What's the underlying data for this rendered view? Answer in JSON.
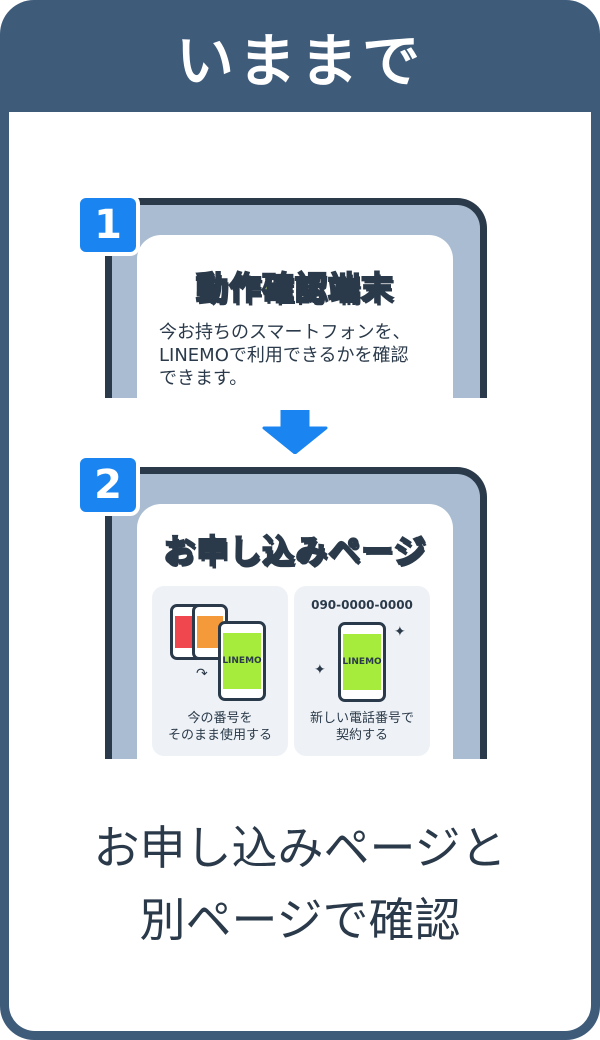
{
  "header": {
    "title": "いままで"
  },
  "step1": {
    "number": "1",
    "title": "動作確認端末",
    "desc_lines": [
      "今お持ちのスマートフォンを、",
      "LINEMOで利用できるかを確認",
      "できます。"
    ]
  },
  "step2": {
    "number": "2",
    "title": "お申し込みページ",
    "card1": {
      "phone_label": "LINEMO",
      "caption_lines": [
        "今の番号を",
        "そのまま使用する"
      ]
    },
    "card2": {
      "phone_number": "090-0000-0000",
      "phone_label": "LINEMO",
      "caption_lines": [
        "新しい電話番号で",
        "契約する"
      ]
    }
  },
  "footer": {
    "lines": [
      "お申し込みページと",
      "別ページで確認"
    ]
  },
  "colors": {
    "frame": "#3e5b79",
    "accent": "#1a85f0",
    "title_green": "#c4f06a",
    "phone_green": "#a6ec3c",
    "red": "#f0474f",
    "orange": "#f59a3a"
  }
}
